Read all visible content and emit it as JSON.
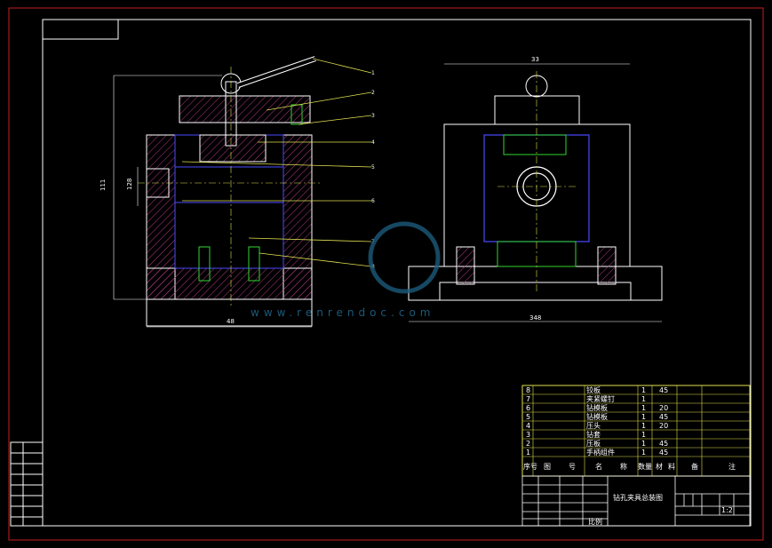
{
  "watermark": {
    "url": "www.renrendoc.com"
  },
  "dimensions": {
    "left_height": "111",
    "left_width": "48",
    "left_side_label": "128",
    "right_width_top": "33",
    "right_width_bottom": "348"
  },
  "balloons": [
    "1",
    "2",
    "3",
    "4",
    "5",
    "6",
    "7",
    "8"
  ],
  "parts_list": [
    {
      "no": "8",
      "name": "铰板",
      "qty": "1",
      "mat": "45"
    },
    {
      "no": "7",
      "name": "夹紧螺钉",
      "qty": "1",
      "mat": ""
    },
    {
      "no": "6",
      "name": "钻模板",
      "qty": "1",
      "mat": "20"
    },
    {
      "no": "5",
      "name": "钻模板",
      "qty": "1",
      "mat": "45"
    },
    {
      "no": "4",
      "name": "压头",
      "qty": "1",
      "mat": "20"
    },
    {
      "no": "3",
      "name": "钻套",
      "qty": "1",
      "mat": ""
    },
    {
      "no": "2",
      "name": "压板",
      "qty": "1",
      "mat": "45"
    },
    {
      "no": "1",
      "name": "手柄组件",
      "qty": "1",
      "mat": "45"
    }
  ],
  "parts_header": [
    "序号",
    "图",
    "号",
    "名",
    "称",
    "数量",
    "材",
    "料",
    "备",
    "注"
  ],
  "title_block": {
    "title": "钻孔夹具总装图",
    "scale_label": "1:2",
    "small": "比例"
  }
}
